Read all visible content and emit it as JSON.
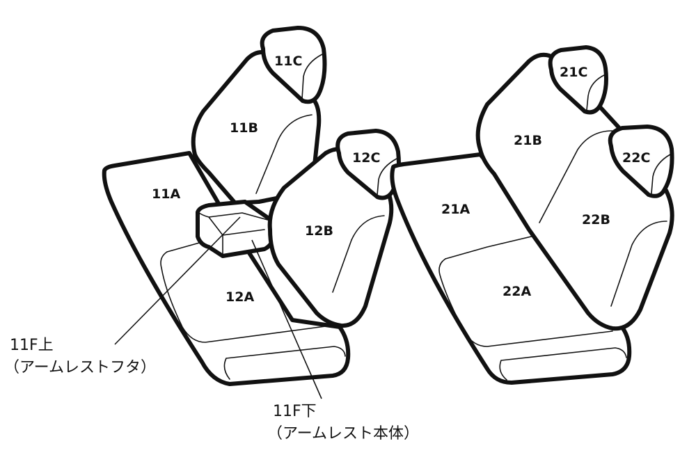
{
  "parts": {
    "p11C": "11C",
    "p11B": "11B",
    "p11A": "11A",
    "p12C": "12C",
    "p12B": "12B",
    "p12A": "12A",
    "p21C": "21C",
    "p21B": "21B",
    "p21A": "21A",
    "p22C": "22C",
    "p22B": "22B",
    "p22A": "22A"
  },
  "callouts": {
    "armrest_lid": {
      "code": "11F上",
      "desc": "（アームレストフタ）"
    },
    "armrest_body": {
      "code": "11F下",
      "desc": "（アームレスト本体）"
    }
  }
}
